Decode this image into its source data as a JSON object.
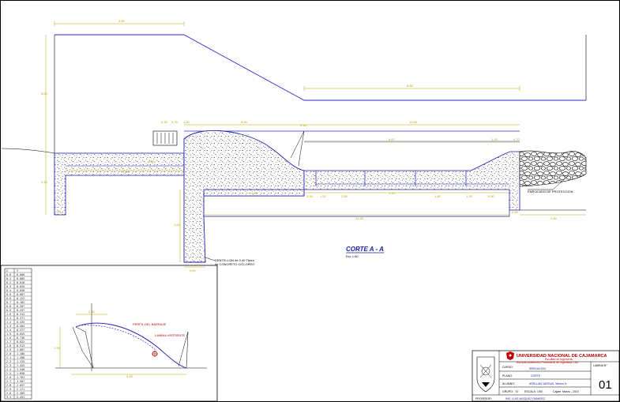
{
  "colors": {
    "water_line": "#2a2ad6",
    "concrete_outline": "#1a1ab0",
    "dimension": "#b7a200",
    "frame": "#000000",
    "accent_red": "#c00000"
  },
  "section": {
    "title": "CORTE A - A",
    "scale": "Esc 1:50"
  },
  "annotations": {
    "riprap_note": "ENROCADO DE PROTECCION",
    "cutoff_note_1": "DENTELLON de 0.40 Tipico",
    "cutoff_note_2": "de CONCRETO CICLOPEO"
  },
  "dimensions": {
    "top_left": "4.50",
    "top_right": "8.80",
    "left_height": "3.20",
    "mid_height": "3.40",
    "upper_a": "0.30",
    "upper_b": "0.75",
    "upper_c": "3.55",
    "upper_d": "12.50",
    "basin_top": "6.67",
    "basin_end": "1.20",
    "slab_left": "3.50",
    "slab_a": "0.20",
    "slab_b": "4.25",
    "slab_c": "1.20",
    "lower_total": "14.40",
    "lower_right": "2.60",
    "left_wall": "0.40",
    "foot_width": "0.60",
    "cutoff_height": "1.60",
    "seg_1": "0.15",
    "seg_2": "1.20",
    "seg_3": "2.55",
    "seg_4": "1.80",
    "seg_5": "1.20",
    "seg_6": "0.90",
    "right_wall": "0.50",
    "step_a": "0.15",
    "step_b": "0.70",
    "step_c": "1.00"
  },
  "profile": {
    "crest_label": "PERFIL DEL BARRAJE",
    "nappe_label": "LAMINA VERTIENTE",
    "base_label": "3.45",
    "height_label": "1.90",
    "top_label": "2.40"
  },
  "coord_table": {
    "header": [
      "X",
      "Y"
    ],
    "rows": [
      [
        "0.0",
        "0.000"
      ],
      [
        "0.1",
        "0.005"
      ],
      [
        "0.2",
        "0.016"
      ],
      [
        "0.3",
        "0.034"
      ],
      [
        "0.4",
        "0.058"
      ],
      [
        "0.5",
        "0.087"
      ],
      [
        "0.6",
        "0.122"
      ],
      [
        "0.7",
        "0.162"
      ],
      [
        "0.8",
        "0.207"
      ],
      [
        "0.9",
        "0.257"
      ],
      [
        "1.0",
        "0.312"
      ],
      [
        "1.1",
        "0.371"
      ],
      [
        "1.2",
        "0.435"
      ],
      [
        "1.3",
        "0.504"
      ],
      [
        "1.4",
        "0.577"
      ],
      [
        "1.5",
        "0.655"
      ],
      [
        "1.6",
        "0.736"
      ],
      [
        "1.7",
        "0.822"
      ],
      [
        "1.8",
        "0.913"
      ],
      [
        "1.9",
        "1.007"
      ],
      [
        "2.0",
        "1.106"
      ],
      [
        "2.1",
        "1.208"
      ],
      [
        "2.2",
        "1.315"
      ],
      [
        "2.3",
        "1.425"
      ],
      [
        "2.4",
        "1.540"
      ],
      [
        "2.5",
        "1.658"
      ],
      [
        "2.6",
        "1.781"
      ],
      [
        "2.7",
        "1.907"
      ],
      [
        "2.8",
        "2.037"
      ],
      [
        "2.9",
        "2.171"
      ],
      [
        "3.0",
        "2.309"
      ],
      [
        "3.1",
        "2.451"
      ]
    ]
  },
  "title_block": {
    "university": "UNIVERSIDAD NACIONAL DE CAJAMARCA",
    "faculty": "Facultad de Ingenieria",
    "school": "Escuela Academico Profesional de Ingenieria Civil",
    "sheet_label": "LAMINA N°",
    "sheet_number": "01",
    "course_label": "CURSO:",
    "course": "IRRIGACION",
    "plan_label": "PLANO:",
    "plan": "CORTE",
    "student_label": "ALUMNO:",
    "student": "ARELLAN VARGAS, Wiston H.",
    "group_label": "GRUPO:",
    "group": "\"A\"",
    "scale_label": "ESCALA:",
    "scale": "1/50",
    "place_date": "Cajam. Marzo - 2010",
    "teacher_label": "PROFESOR:",
    "teacher": "ING. LUIS VASQUEZ RAMIREZ"
  }
}
